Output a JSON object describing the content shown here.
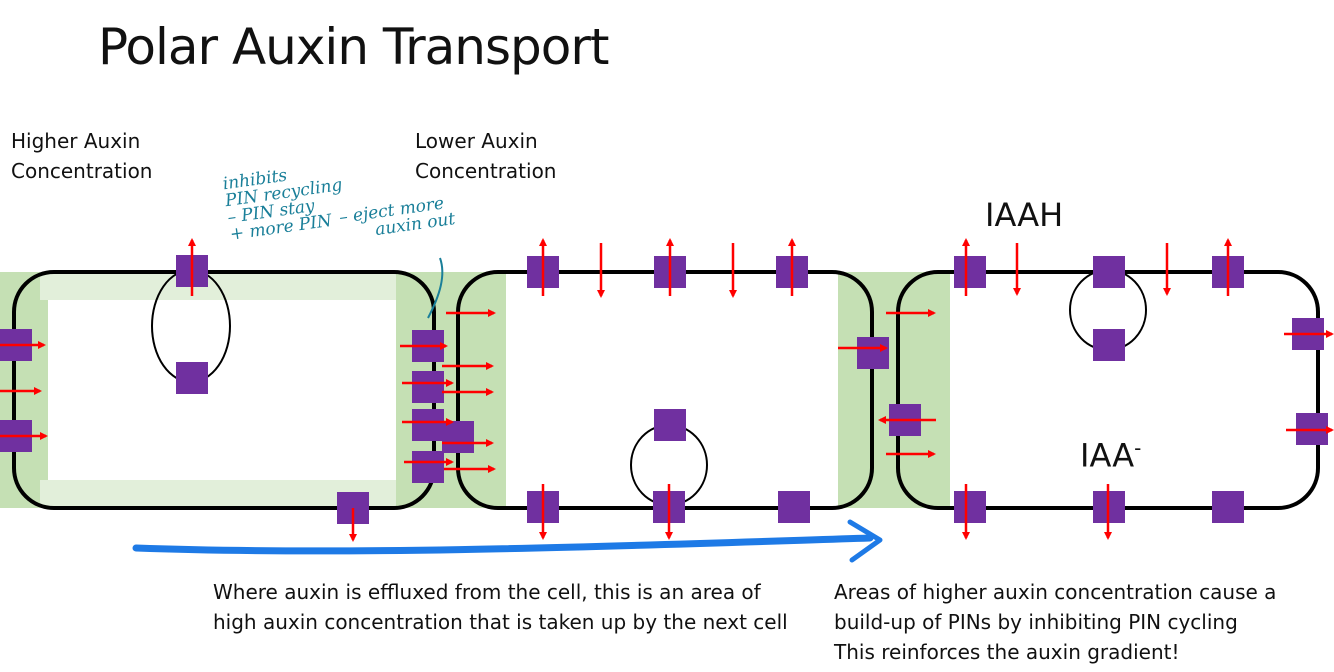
{
  "title": "Polar Auxin Transport",
  "labels": {
    "higher_line1": "Higher Auxin",
    "higher_line2": "Concentration",
    "lower_line1": "Lower Auxin",
    "lower_line2": "Concentration",
    "iaah": "IAAH",
    "iaa": "IAA",
    "iaa_sup": "-"
  },
  "handwritten": {
    "line1": "inhibits",
    "line2": "PIN recycling",
    "line3": "– PIN stay",
    "line4": "+ more PIN",
    "line5": "– eject more",
    "line6": "auxin out"
  },
  "captions": {
    "left_line1": "Where auxin is effluxed from the cell, this is an area of",
    "left_line2": "high auxin concentration that is taken up by the next cell",
    "right_line1": "Areas of higher auxin concentration cause a",
    "right_line2": "build-up of PINs by inhibiting PIN cycling",
    "right_line3": "This reinforces the auxin gradient!"
  },
  "colors": {
    "pin": "#7030a0",
    "arrow": "#ff0000",
    "green_high": "#c5e0b4",
    "green_light": "#e2efda",
    "membrane": "#000000",
    "blue_arrow": "#1e7ae6",
    "handwriting": "#1a7f99"
  }
}
